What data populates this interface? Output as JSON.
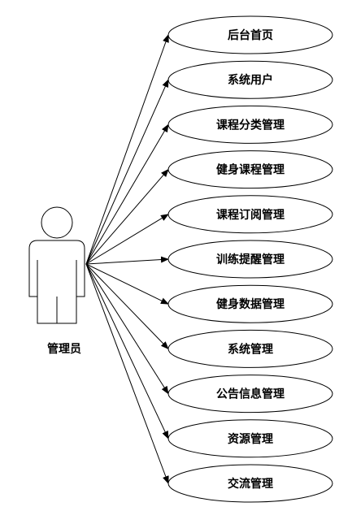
{
  "actor": {
    "label": "管理员",
    "icon": "stick-figure-icon"
  },
  "use_cases": [
    {
      "label": "后台首页"
    },
    {
      "label": "系统用户"
    },
    {
      "label": "课程分类管理"
    },
    {
      "label": "健身课程管理"
    },
    {
      "label": "课程订阅管理"
    },
    {
      "label": "训练提醒管理"
    },
    {
      "label": "健身数据管理"
    },
    {
      "label": "系统管理"
    },
    {
      "label": "公告信息管理"
    },
    {
      "label": "资源管理"
    },
    {
      "label": "交流管理"
    }
  ],
  "colors": {
    "stroke": "#000000",
    "fill": "#ffffff",
    "text": "#000000"
  }
}
